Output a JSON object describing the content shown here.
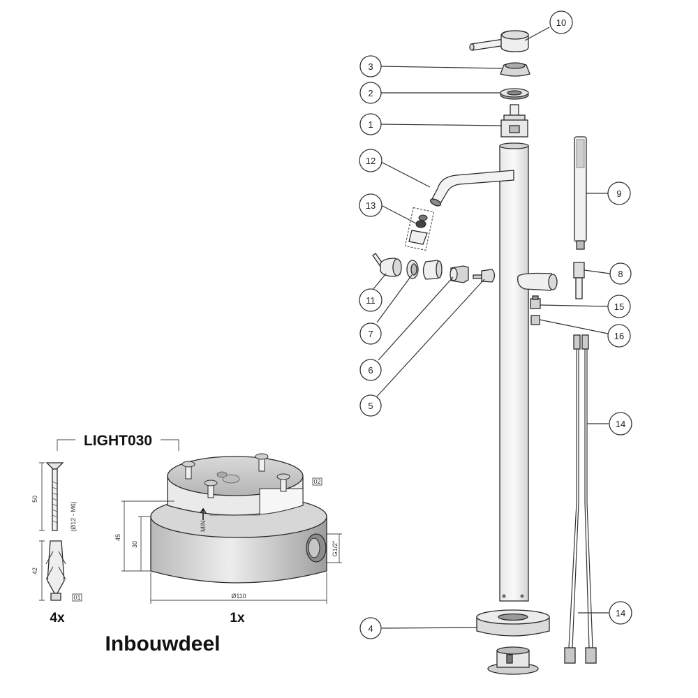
{
  "kit": {
    "title": "LIGHT030",
    "subtitle": "Inbouwdeel",
    "quantities": {
      "anchors": "4x",
      "mount": "1x"
    },
    "dimensions": {
      "bolt_length": "50",
      "anchor_length": "42",
      "anchor_spec": "(Ø12 - M6)",
      "height_total": "45",
      "height_base": "30",
      "diameter": "Ø110",
      "thread": "G1/2\"",
      "min_mark": "MIN"
    },
    "tags": {
      "anchor": "01",
      "mount": "02"
    }
  },
  "callouts": [
    {
      "id": "c10",
      "number": "10"
    },
    {
      "id": "c3",
      "number": "3"
    },
    {
      "id": "c2",
      "number": "2"
    },
    {
      "id": "c1",
      "number": "1"
    },
    {
      "id": "c12",
      "number": "12"
    },
    {
      "id": "c13",
      "number": "13"
    },
    {
      "id": "c9",
      "number": "9"
    },
    {
      "id": "c8",
      "number": "8"
    },
    {
      "id": "c15",
      "number": "15"
    },
    {
      "id": "c16",
      "number": "16"
    },
    {
      "id": "c11",
      "number": "11"
    },
    {
      "id": "c7",
      "number": "7"
    },
    {
      "id": "c6",
      "number": "6"
    },
    {
      "id": "c5",
      "number": "5"
    },
    {
      "id": "c14a",
      "number": "14"
    },
    {
      "id": "c14b",
      "number": "14"
    },
    {
      "id": "c4",
      "number": "4"
    }
  ]
}
